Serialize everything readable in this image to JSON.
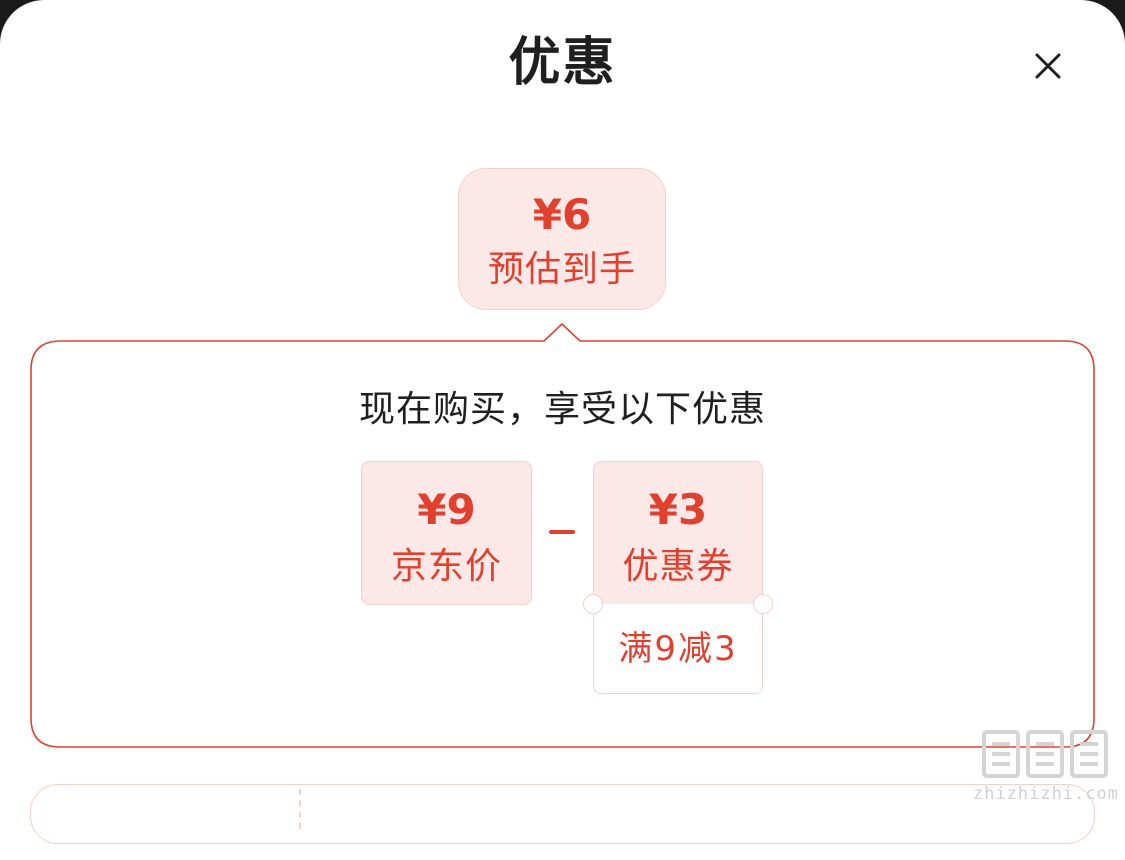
{
  "header": {
    "title": "优惠",
    "close_icon": "close-icon"
  },
  "estimate": {
    "price": "¥6",
    "label": "预估到手"
  },
  "panel": {
    "headline": "现在购买，享受以下优惠",
    "jd_price": {
      "price": "¥9",
      "label": "京东价"
    },
    "operator": "−",
    "coupon": {
      "price": "¥3",
      "label": "优惠券",
      "condition": "满9减3"
    }
  },
  "watermark": {
    "domain": "zhizhizhi.com"
  },
  "colors": {
    "accent": "#e2402f",
    "card_bg": "#fbe8e7",
    "card_border": "#f6cfcb",
    "panel_border": "#e2402f",
    "text": "#1f1f1f",
    "overlay": "#1a1a1a"
  }
}
